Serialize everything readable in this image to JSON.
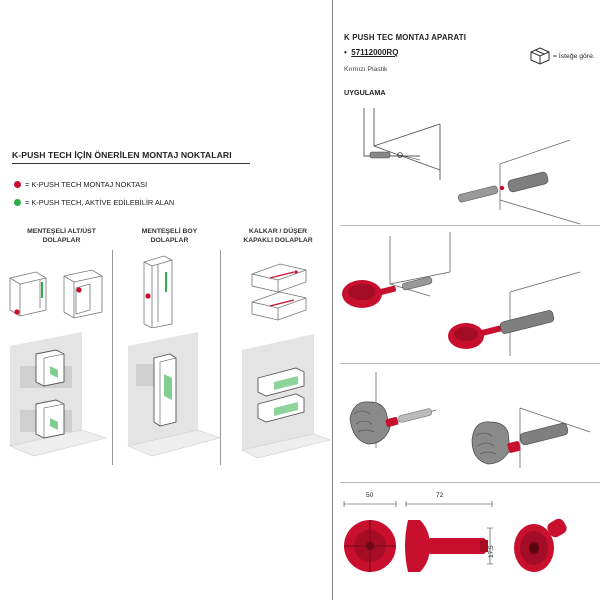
{
  "left": {
    "title": "K-PUSH TECH İÇİN ÖNERİLEN MONTAJ NOKTALARI",
    "legend": [
      {
        "label": "= K-PUSH TECH MONTAJ NOKTASI",
        "color": "#c8102e"
      },
      {
        "label": "= K-PUSH TECH, AKTİVE EDİLEBİLİR ALAN",
        "color": "#2fae4a"
      }
    ],
    "columns": [
      {
        "line1": "MENTEŞELİ ALT/ÜST",
        "line2": "DOLAPLAR"
      },
      {
        "line1": "MENTEŞELİ BOY",
        "line2": "DOLAPLAR"
      },
      {
        "line1": "KALKAR / DÜŞER",
        "line2": "KAPAKLI DOLAPLAR"
      }
    ]
  },
  "right": {
    "title": "K PUSH TEC MONTAJ APARATI",
    "bullet": "•",
    "code": "57112000RQ",
    "material": "Kırmızı Plastik",
    "optional": "= İsteğe göre.",
    "section": "UYGULAMA",
    "dimensions": {
      "d1": "50",
      "d2": "72",
      "d3": "17,5"
    }
  },
  "colors": {
    "red": "#c8102e",
    "green": "#2fae4a",
    "grey": "#9a9a9a"
  }
}
